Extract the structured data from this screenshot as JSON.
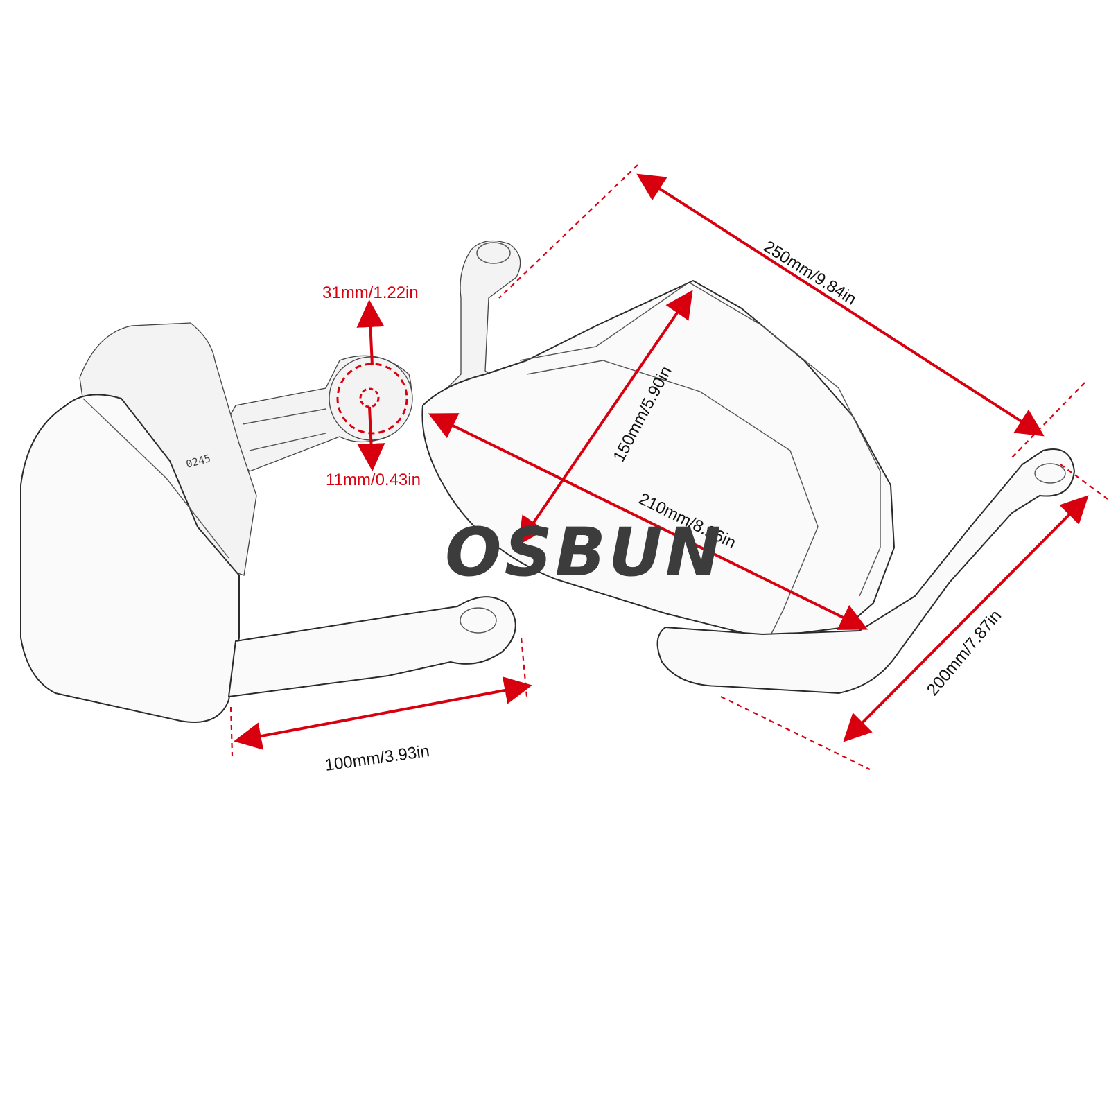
{
  "watermark": "OSBUN",
  "part_marking": "0245",
  "dimensions": {
    "length_overall": "250mm/9.84in",
    "height": "150mm/5.90in",
    "diagonal": "210mm/8.26in",
    "mount_width": "200mm/7.87in",
    "bracket_length": "100mm/3.93in",
    "ring_outer": "31mm/1.22in",
    "ring_inner": "11mm/0.43in"
  },
  "colors": {
    "dimension": "#d8000f",
    "outline": "#2a2a2a"
  }
}
